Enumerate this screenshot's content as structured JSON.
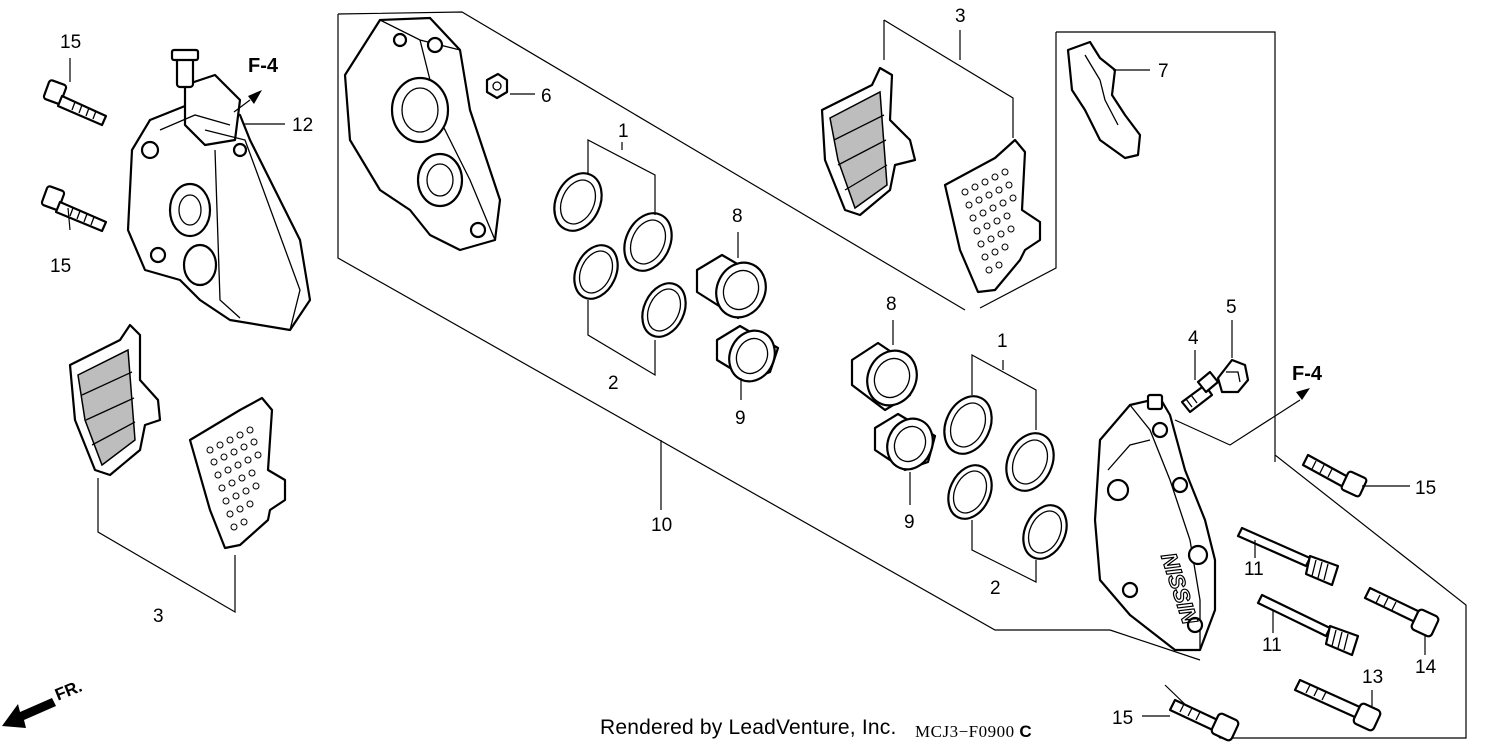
{
  "callouts": {
    "c1a": "1",
    "c1b": "1",
    "c2a": "2",
    "c2b": "2",
    "c3a": "3",
    "c3b": "3",
    "c4": "4",
    "c5": "5",
    "c6": "6",
    "c7": "7",
    "c8a": "8",
    "c8b": "8",
    "c9a": "9",
    "c9b": "9",
    "c10": "10",
    "c11a": "11",
    "c11b": "11",
    "c12": "12",
    "c13": "13",
    "c14": "14",
    "c15a": "15",
    "c15b": "15",
    "c15c": "15",
    "c15d": "15"
  },
  "refs": {
    "f4_left": "F-4",
    "f4_right": "F-4"
  },
  "direction": {
    "front_label": "FR."
  },
  "footer": {
    "credit": "Rendered by LeadVenture, Inc.",
    "code": "MCJ3−F0900",
    "revision": "C"
  }
}
